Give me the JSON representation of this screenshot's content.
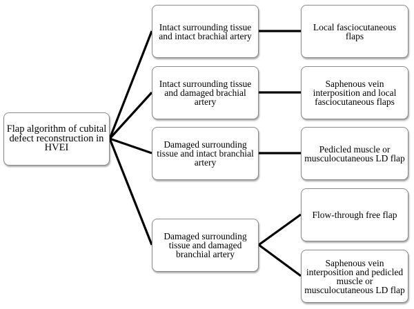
{
  "diagram": {
    "root": {
      "label": "Flap algorithm of cubital defect reconstruction in HVEI"
    },
    "conditions": [
      {
        "label": "Intact surrounding tissue and intact brachial artery",
        "treatments": [
          "Local fasciocutaneous flaps"
        ]
      },
      {
        "label": "Intact surrounding tissue and damaged brachial artery",
        "treatments": [
          "Saphenous vein interposition and local fasciocutaneous flaps"
        ]
      },
      {
        "label": "Damaged surrounding tissue and intact branchial artery",
        "treatments": [
          "Pedicled muscle or musculocutaneous LD flap"
        ]
      },
      {
        "label": "Damaged surrounding tissue and damaged branchial artery",
        "treatments": [
          "Flow-through free flap",
          "Saphenous vein interposition and pedicled muscle or musculocutaneous LD flap"
        ]
      }
    ],
    "edges": [
      {
        "from": "root",
        "to": "condition-1"
      },
      {
        "from": "root",
        "to": "condition-2"
      },
      {
        "from": "root",
        "to": "condition-3"
      },
      {
        "from": "root",
        "to": "condition-4"
      },
      {
        "from": "condition-1",
        "to": "treatment-1"
      },
      {
        "from": "condition-2",
        "to": "treatment-2"
      },
      {
        "from": "condition-3",
        "to": "treatment-3"
      },
      {
        "from": "condition-4",
        "to": "treatment-4"
      },
      {
        "from": "condition-4",
        "to": "treatment-5"
      }
    ]
  }
}
